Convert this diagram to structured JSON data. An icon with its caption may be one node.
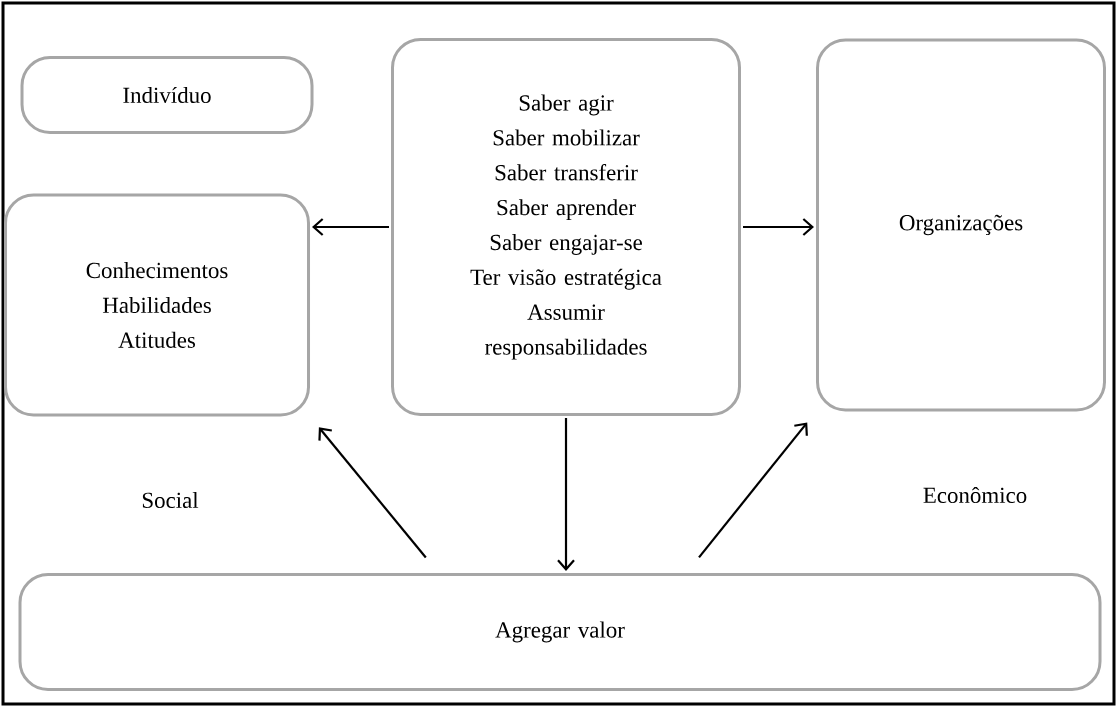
{
  "diagram": {
    "nodes": [
      {
        "text": [
          "Indivíduo"
        ]
      },
      {
        "text": [
          "Conhecimentos",
          "Habilidades",
          "Atitudes"
        ]
      },
      {
        "text": [
          "Saber agir",
          "Saber mobilizar",
          "Saber transferir",
          "Saber aprender",
          "Saber engajar-se",
          "Ter visão estratégica",
          "Assumir responsabilidades"
        ]
      },
      {
        "text": [
          "Organizações"
        ]
      },
      {
        "text": [
          "Agregar valor"
        ]
      }
    ],
    "edges": [
      {
        "from": 2,
        "to": 1,
        "arrow": "to"
      },
      {
        "from": 2,
        "to": 3,
        "arrow": "to"
      },
      {
        "from": 2,
        "to": 4,
        "arrow": "to"
      },
      {
        "from": 4,
        "to": 1,
        "arrow": "to"
      },
      {
        "from": 4,
        "to": 3,
        "arrow": "to"
      }
    ],
    "labels": [
      "Social",
      "Econômico"
    ]
  }
}
